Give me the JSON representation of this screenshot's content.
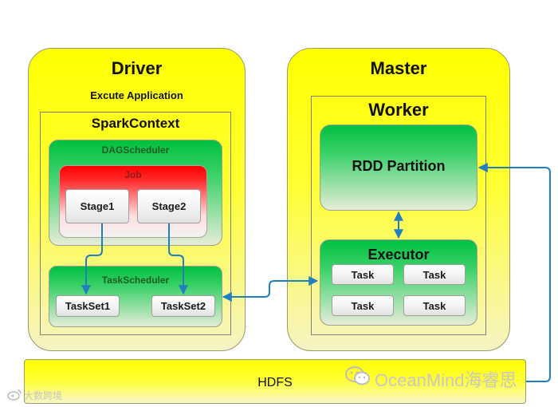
{
  "driver": {
    "title": "Driver",
    "subtitle": "Excute Application",
    "spark_context": {
      "title": "SparkContext",
      "dag_scheduler": {
        "title": "DAGScheduler",
        "job": {
          "title": "Job",
          "stages": [
            "Stage1",
            "Stage2"
          ]
        }
      },
      "task_scheduler": {
        "title": "TaskScheduler",
        "task_sets": [
          "TaskSet1",
          "TaskSet2"
        ]
      }
    }
  },
  "master": {
    "title": "Master",
    "worker": {
      "title": "Worker",
      "rdd_partition": "RDD Partition",
      "executor": {
        "title": "Executor",
        "tasks": [
          "Task",
          "Task",
          "Task",
          "Task"
        ]
      }
    }
  },
  "hdfs": "HDFS",
  "watermarks": {
    "right": "OceanMind海睿思",
    "left": "大数跨境"
  },
  "colors": {
    "connector": "#1f7fbf",
    "yellow": "#ffff00",
    "green": "#00c040",
    "red": "#ff0000"
  }
}
